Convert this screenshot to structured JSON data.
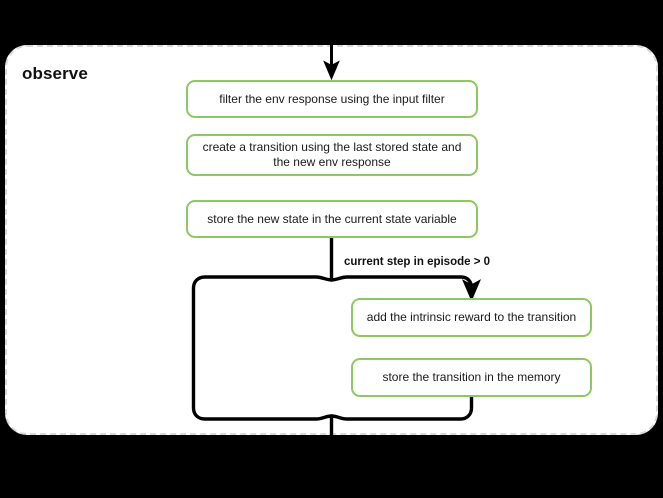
{
  "diagram": {
    "title": "observe",
    "type": "flowchart",
    "colors": {
      "node_border": "#8dc863",
      "node_fill": "#ffffff",
      "edge": "#000000",
      "container_border": "#d9d9d9",
      "container_fill": "#ffffff",
      "background": "#000000",
      "text": "#1a1a1a"
    },
    "container": {
      "label": "observe",
      "border_style": "dashed",
      "shape": "rounded-rectangle"
    },
    "nodes": [
      {
        "id": "filter",
        "label": "filter the env response using the input filter"
      },
      {
        "id": "create",
        "label": "create a transition using the last stored state and the new env response"
      },
      {
        "id": "store_state",
        "label": "store the new state in the current state variable"
      },
      {
        "id": "intrinsic",
        "label": "add the intrinsic reward to the transition"
      },
      {
        "id": "store_mem",
        "label": "store the transition in the memory"
      }
    ],
    "edges": [
      {
        "from": "external-top",
        "to": "filter",
        "label": "",
        "arrow": true
      },
      {
        "from": "filter",
        "to": "create",
        "label": "",
        "arrow": false
      },
      {
        "from": "create",
        "to": "store_state",
        "label": "",
        "arrow": false
      },
      {
        "from": "store_state",
        "to": "intrinsic",
        "label": "current step in episode > 0",
        "arrow": true
      },
      {
        "from": "intrinsic",
        "to": "store_mem",
        "label": "",
        "arrow": false
      },
      {
        "from": "store_state",
        "to": "merge",
        "label": "",
        "arrow": false
      },
      {
        "from": "store_mem",
        "to": "merge",
        "label": "",
        "arrow": false
      },
      {
        "from": "merge",
        "to": "external-bottom",
        "label": "",
        "arrow": false
      }
    ],
    "branch_label": "current step in episode > 0"
  }
}
